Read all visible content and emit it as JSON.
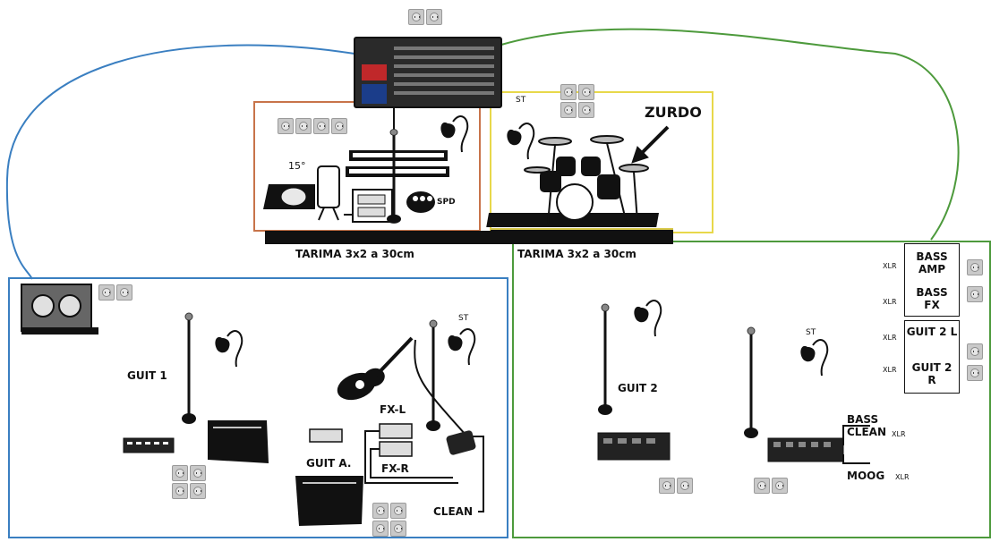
{
  "riser_left_label": "TARIMA 3x2 a 30cm",
  "riser_right_label": "TARIMA 3x2 a 30cm",
  "drummer_note": "ZURDO",
  "angle_label": "15°",
  "spd_label": "SPD",
  "stereo_tag": "ST",
  "xlr_tag": "XLR",
  "left_zone": {
    "guit1": "GUIT 1",
    "fx_l": "FX-L",
    "fx_r": "FX-R",
    "guit_a": "GUIT A.",
    "clean": "CLEAN"
  },
  "right_zone": {
    "guit2": "GUIT 2",
    "bass_amp": "BASS AMP",
    "bass_fx": "BASS FX",
    "guit2_l": "GUIT 2 L",
    "guit2_r": "GUIT 2 R",
    "bass_clean": "BASS CLEAN",
    "moog": "MOOG"
  },
  "colors": {
    "left_zone_border": "#3a7fc1",
    "right_zone_border": "#4d9a3c",
    "keys_zone_border": "#c8744a",
    "drum_zone_border": "#e8d84a",
    "riser": "#111111",
    "riser_accent": "#d9c94a",
    "outlet_fill": "#c9c9c9"
  },
  "icons": [
    "power-outlet-icon",
    "stage-box-icon",
    "in-ear-monitor-icon",
    "microphone-stand-icon",
    "wedge-monitor-icon",
    "pedalboard-icon",
    "di-box-icon",
    "guitar-icon",
    "drum-kit-icon",
    "keyboard-icon",
    "arrow-icon",
    "speaker-cabinet-icon"
  ]
}
